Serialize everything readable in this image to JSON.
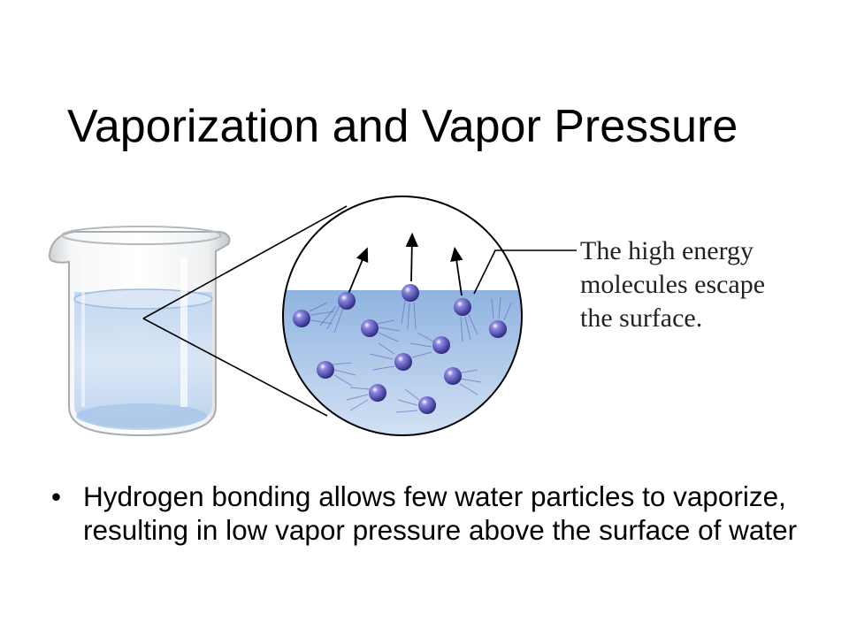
{
  "slide": {
    "title": "Vaporization and Vapor Pressure",
    "figure": {
      "caption_lines": [
        "The high energy",
        "molecules escape",
        "the surface."
      ],
      "icons": [
        "beaker-icon",
        "magnifier-circle-icon",
        "molecule-icon",
        "arrow-up-icon"
      ]
    },
    "bullets": [
      {
        "marker": "•",
        "text": "Hydrogen bonding allows few water particles to vaporize, resulting in low vapor pressure above the surface of water"
      }
    ],
    "colors": {
      "water": "#a9c6e8",
      "molecule": "#5a56b8",
      "glass": "#e4e6e8",
      "line": "#000000"
    }
  }
}
